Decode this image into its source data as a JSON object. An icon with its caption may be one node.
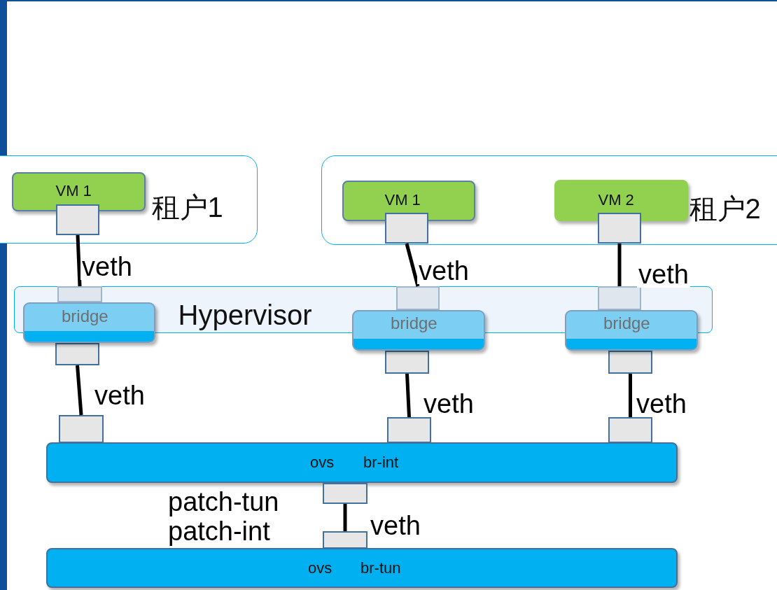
{
  "diagram": {
    "nodes": [
      {
        "text": [
          "租户1"
        ]
      },
      {
        "text": [
          "VM 1"
        ],
        "in": 0
      },
      {
        "text": [],
        "shape": "box",
        "in": 0
      },
      {
        "text": [
          "租户2"
        ]
      },
      {
        "text": [
          "VM 1"
        ],
        "in": 3
      },
      {
        "text": [
          "VM 2"
        ],
        "in": 3
      },
      {
        "text": [],
        "shape": "box",
        "in": 3
      },
      {
        "text": [],
        "shape": "box",
        "in": 3
      },
      {
        "text": [
          "Hypervisor"
        ]
      },
      {
        "text": [],
        "shape": "box",
        "in": 8
      },
      {
        "text": [],
        "shape": "box",
        "in": 8
      },
      {
        "text": [],
        "shape": "box",
        "in": 8
      },
      {
        "text": [
          "bridge"
        ]
      },
      {
        "text": [
          "bridge"
        ]
      },
      {
        "text": [
          "bridge"
        ]
      },
      {
        "text": [],
        "shape": "box"
      },
      {
        "text": [],
        "shape": "box"
      },
      {
        "text": [],
        "shape": "box"
      },
      {
        "text": [
          "ovs",
          "br-int"
        ]
      },
      {
        "text": [],
        "shape": "box"
      },
      {
        "text": [],
        "shape": "box"
      },
      {
        "text": [],
        "shape": "box"
      },
      {
        "text": [],
        "shape": "box"
      },
      {
        "text": [],
        "shape": "box"
      },
      {
        "text": [
          "ovs",
          "br-tun"
        ]
      }
    ],
    "edges": [
      {
        "from": 2,
        "to": 9,
        "arrow": "none",
        "label": "veth"
      },
      {
        "from": 6,
        "to": 10,
        "arrow": "none",
        "label": "veth"
      },
      {
        "from": 7,
        "to": 11,
        "arrow": "none",
        "label": "veth"
      },
      {
        "from": 15,
        "to": 19,
        "arrow": "none",
        "label": "veth"
      },
      {
        "from": 16,
        "to": 20,
        "arrow": "none",
        "label": "veth"
      },
      {
        "from": 17,
        "to": 21,
        "arrow": "none",
        "label": "veth"
      },
      {
        "from": 22,
        "to": 23,
        "arrow": "none",
        "label": "veth"
      }
    ],
    "labels": [
      "patch-tun",
      "patch-int"
    ]
  }
}
